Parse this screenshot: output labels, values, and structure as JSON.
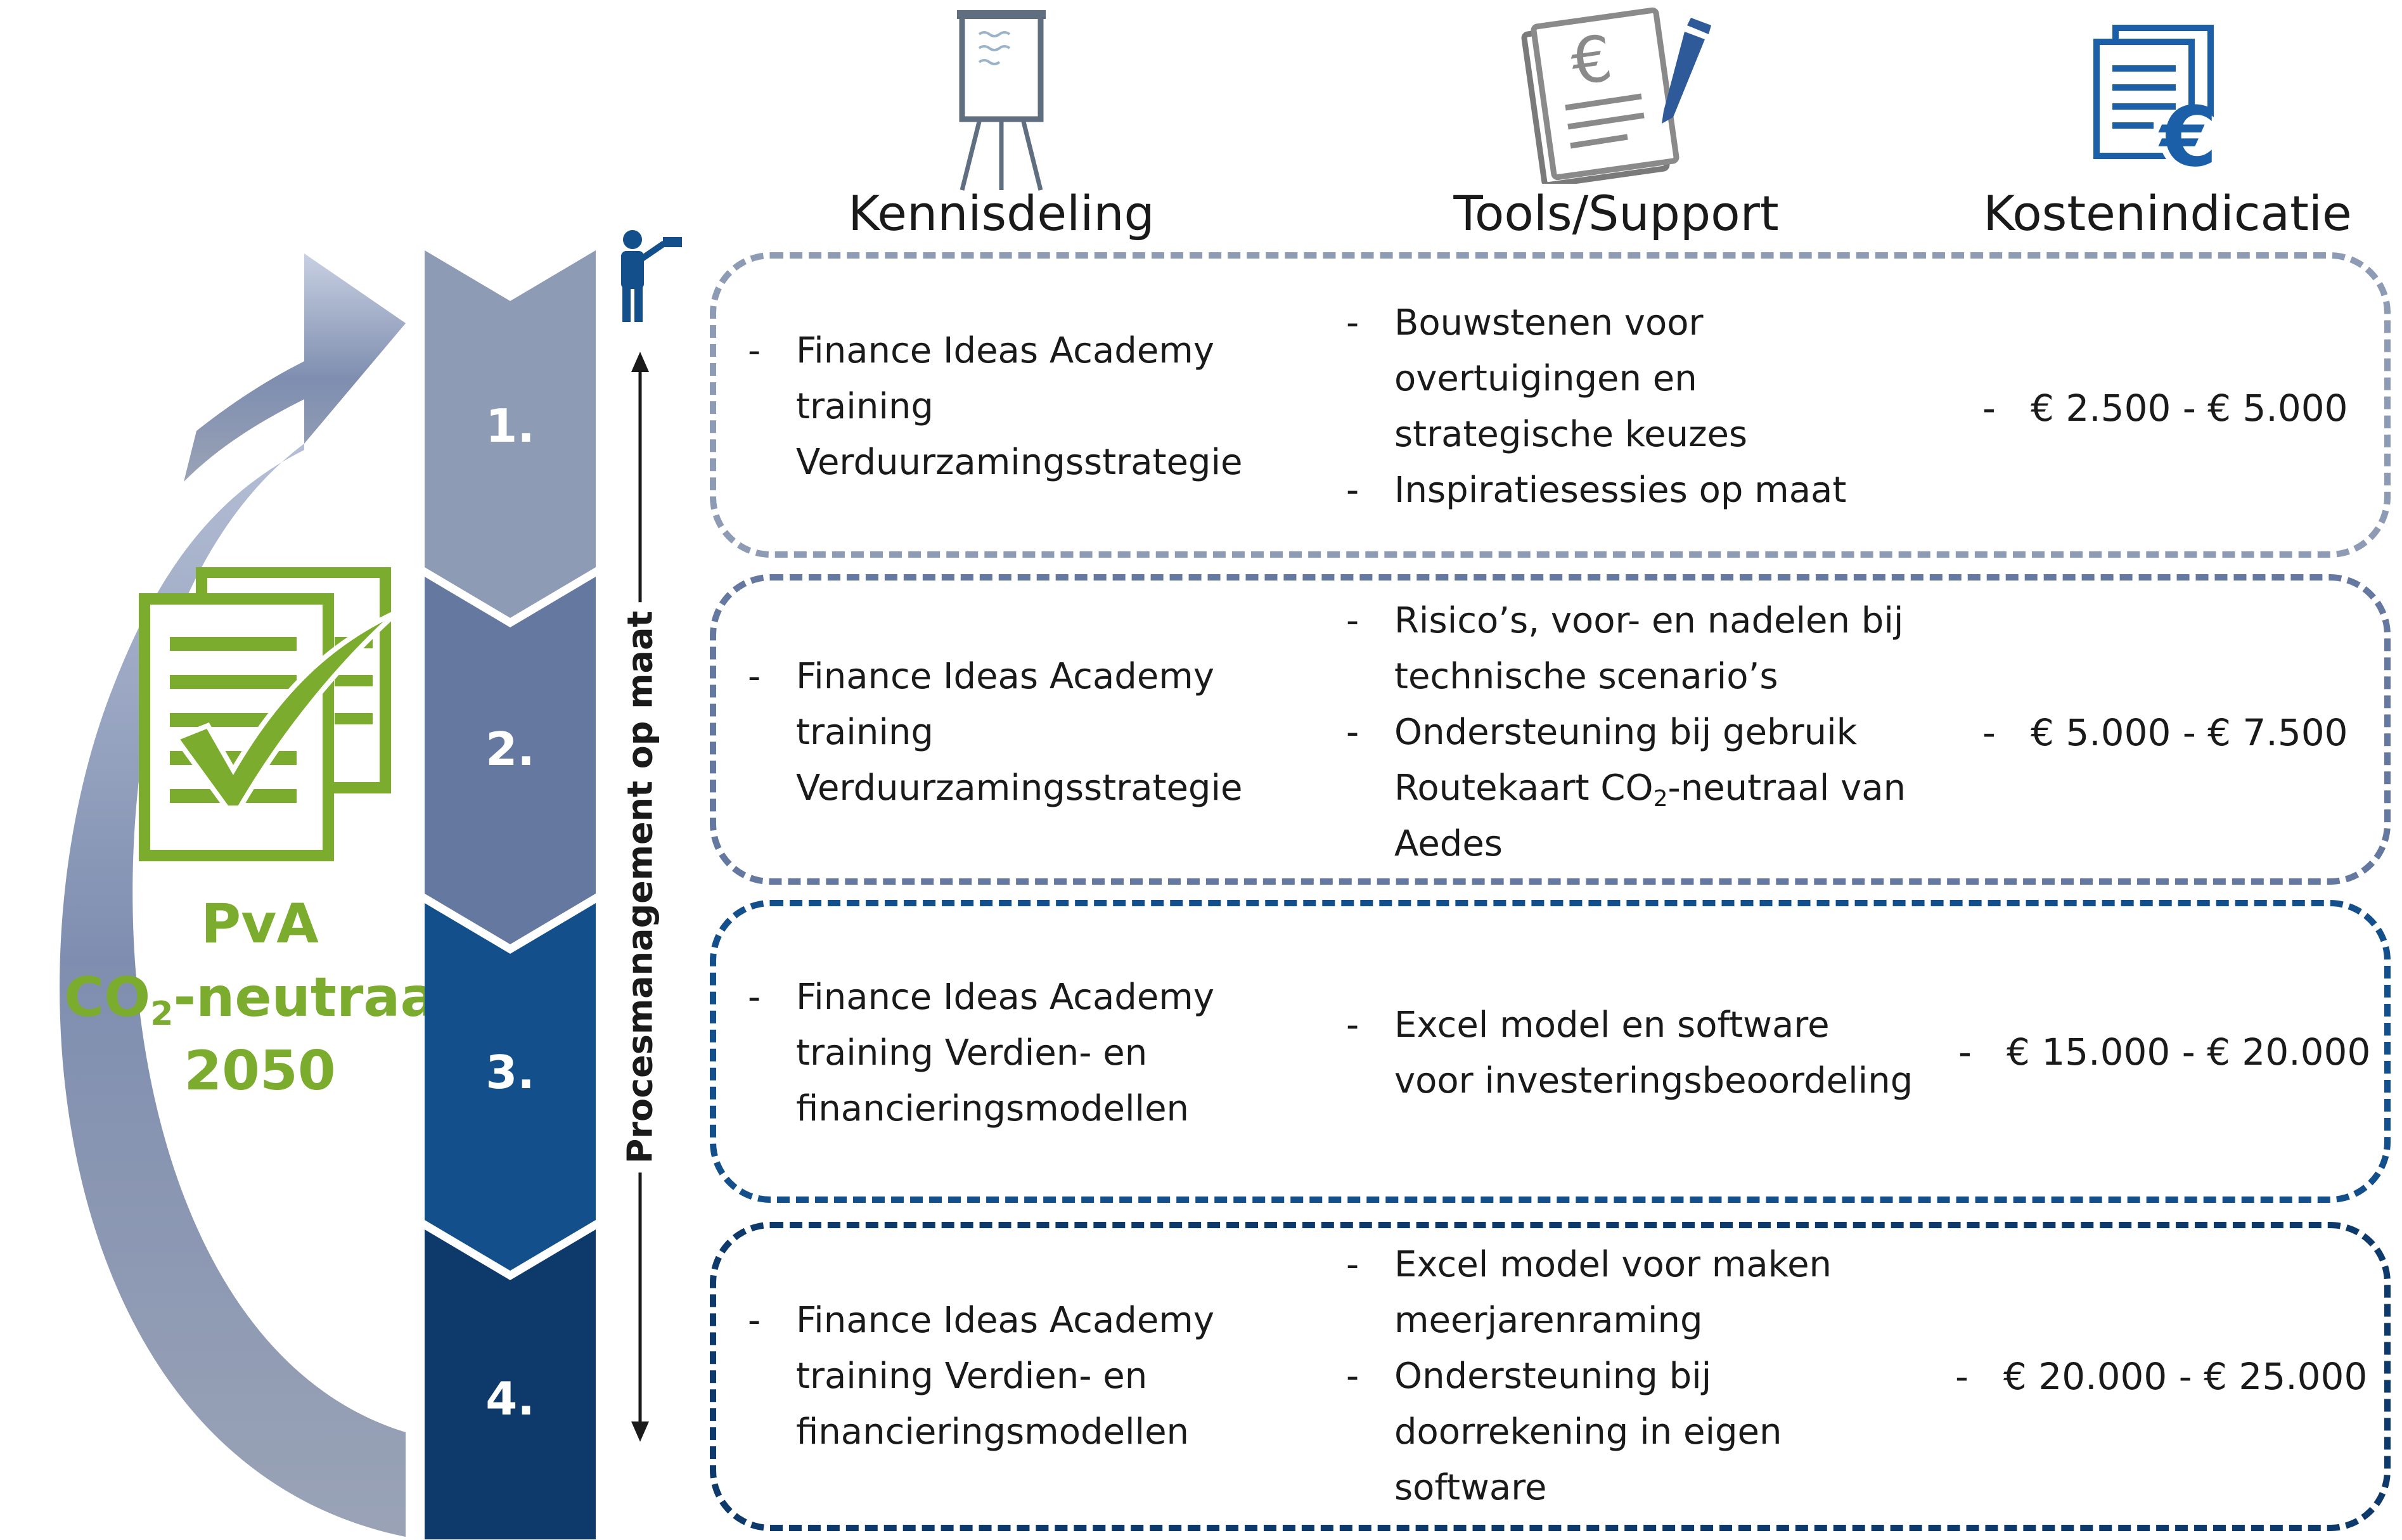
{
  "columns": {
    "kennis": "Kennisdeling",
    "tools": "Tools/Support",
    "kosten": "Kostenindicatie"
  },
  "icons": {
    "kennis": "flipchart-icon",
    "tools": "invoice-euro-pen-icon",
    "kosten": "documents-euro-icon",
    "pva": "checklist-documents-icon",
    "process": "presenter-person-icon"
  },
  "colors": {
    "pva_green": "#7cac2e",
    "step1": "#8d9bb5",
    "step2": "#65789f",
    "step3": "#134f8a",
    "step4": "#0d3a6b"
  },
  "pva": {
    "line1": "PvA",
    "line2_a": "CO",
    "line2_sub": "2",
    "line2_b": "-neutraal",
    "line3": "2050"
  },
  "process_label": "Procesmanagement op maat",
  "steps": [
    {
      "number": "1.",
      "kennis": [
        "Finance Ideas Academy",
        "training",
        "Verduurzamingsstrategie"
      ],
      "tools": [
        [
          "Bouwstenen voor",
          "overtuigingen en",
          "strategische keuzes"
        ],
        [
          "Inspiratiesessies op maat"
        ]
      ],
      "cost": "€ 2.500 - € 5.000"
    },
    {
      "number": "2.",
      "kennis": [
        "Finance Ideas Academy",
        "training",
        "Verduurzamingsstrategie"
      ],
      "tools_a": [
        "Risico’s, voor- en nadelen bij",
        "technische scenario’s"
      ],
      "tools_b": {
        "line1": "Ondersteuning bij gebruik",
        "line2_a": "Routekaart CO",
        "line2_sub": "2",
        "line2_b": "-neutraal van",
        "line3": "Aedes"
      },
      "cost": "€ 5.000 - € 7.500"
    },
    {
      "number": "3.",
      "kennis": [
        "Finance Ideas Academy",
        "training Verdien- en",
        "financieringsmodellen"
      ],
      "tools": [
        [
          "Excel model en software",
          "voor investeringsbeoordeling"
        ]
      ],
      "cost": "€ 15.000 - € 20.000"
    },
    {
      "number": "4.",
      "kennis": [
        "Finance Ideas Academy",
        "training Verdien- en",
        "financieringsmodellen"
      ],
      "tools": [
        [
          "Excel model voor maken",
          "meerjarenraming"
        ],
        [
          "Ondersteuning bij",
          "doorrekening in eigen",
          "software"
        ]
      ],
      "cost": "€ 20.000 - € 25.000"
    }
  ]
}
